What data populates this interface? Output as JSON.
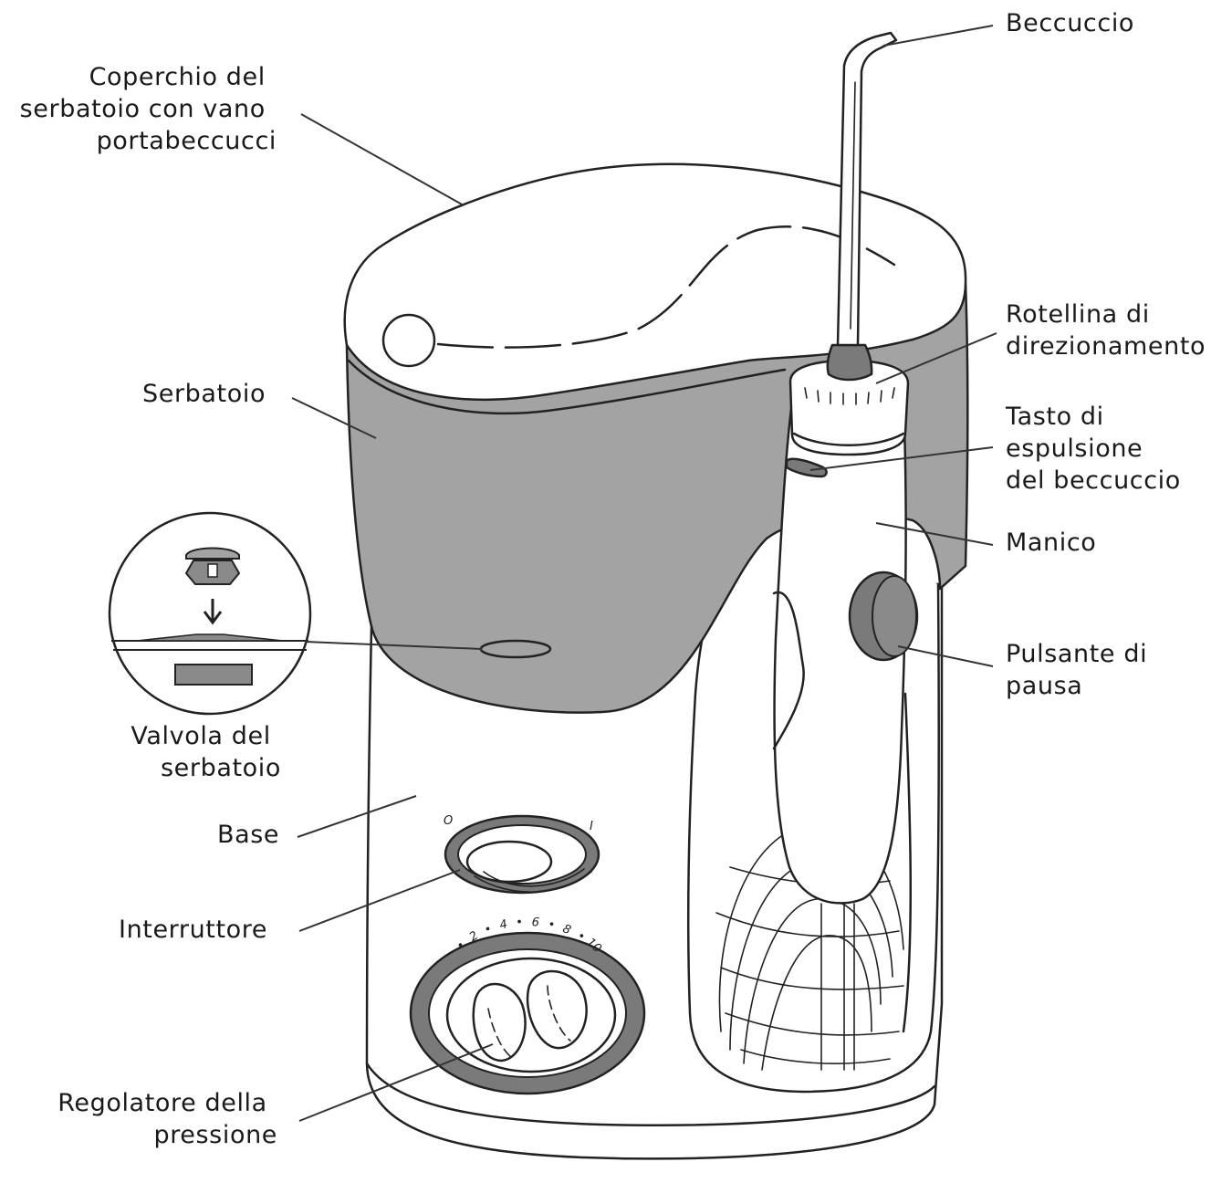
{
  "labels": {
    "nozzle": "Beccuccio",
    "reservoir_lid": [
      "Coperchio del",
      "serbatoio con vano",
      "portabeccucci"
    ],
    "control_dial": [
      "Rotellina di",
      "direzionamento"
    ],
    "reservoir": "Serbatoio",
    "eject_button": [
      "Tasto di",
      "espulsione",
      "del beccuccio"
    ],
    "handle": "Manico",
    "pause_button": [
      "Pulsante di",
      "pausa"
    ],
    "reservoir_valve": [
      "Valvola del",
      "serbatoio"
    ],
    "base": "Base",
    "power_switch": "Interruttore",
    "pressure_control": [
      "Regolatore della",
      "pressione"
    ]
  },
  "switch_marks": {
    "off": "O",
    "on": "I"
  },
  "pressure_scale": [
    "•",
    "2",
    "•",
    "4",
    "•",
    "6",
    "•",
    "8",
    "•",
    "10"
  ],
  "colors": {
    "reservoir_fill": "#a3a3a3",
    "dark_parts": "#7a7a7a",
    "outline": "#222222",
    "text": "#1a1a1a"
  }
}
